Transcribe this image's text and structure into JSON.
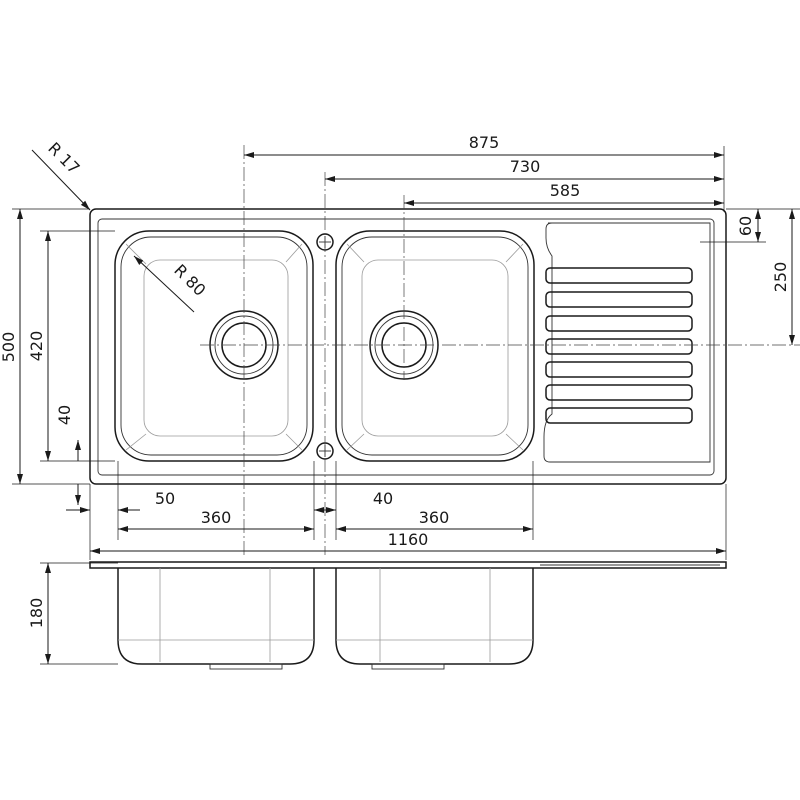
{
  "dimensions": {
    "d875": "875",
    "d730": "730",
    "d585": "585",
    "d60": "60",
    "d250": "250",
    "d500": "500",
    "d420": "420",
    "d40_left": "40",
    "d50": "50",
    "d40_bottom": "40",
    "d360_left": "360",
    "d360_right": "360",
    "d1160": "1160",
    "d180": "180",
    "r17": "R 17",
    "r80": "R 80"
  },
  "colors": {
    "line": "#1a1a1a",
    "background": "#ffffff"
  }
}
